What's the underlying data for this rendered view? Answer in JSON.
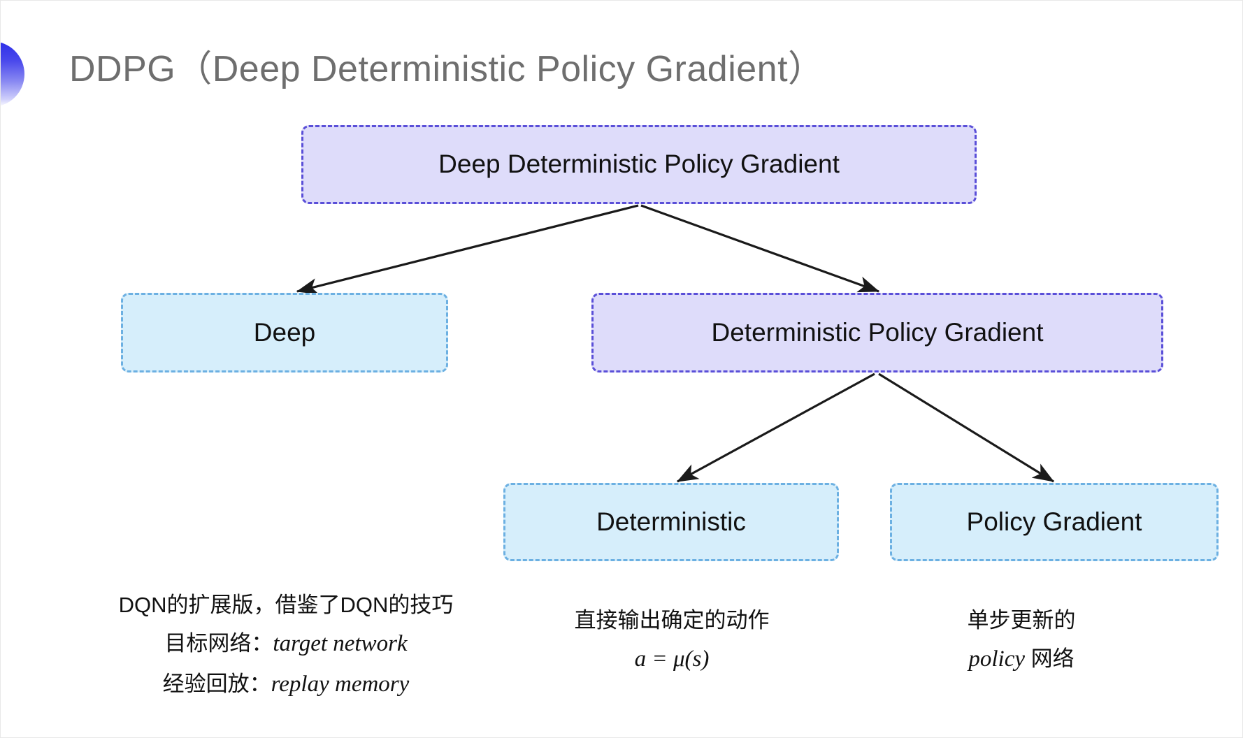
{
  "slide": {
    "title": "DDPG（Deep Deterministic Policy Gradient）",
    "accent_color": "#2d2fe8",
    "title_color": "#6e6e6e",
    "background": "#ffffff"
  },
  "colors": {
    "purple_fill": "#dedcfa",
    "purple_border": "#5a4fd8",
    "blue_fill": "#d6eefb",
    "blue_border": "#6cb0e2",
    "arrow": "#1a1a1a"
  },
  "diagram": {
    "type": "tree",
    "nodes": [
      {
        "id": "root",
        "label": "Deep Deterministic Policy Gradient",
        "style": "purple",
        "level": 0
      },
      {
        "id": "deep",
        "label": "Deep",
        "style": "blue",
        "level": 1
      },
      {
        "id": "dpg",
        "label": "Deterministic Policy Gradient",
        "style": "purple",
        "level": 1
      },
      {
        "id": "det",
        "label": "Deterministic",
        "style": "blue",
        "level": 2
      },
      {
        "id": "pg",
        "label": "Policy Gradient",
        "style": "blue",
        "level": 2
      }
    ],
    "edges": [
      {
        "from": "root",
        "to": "deep"
      },
      {
        "from": "root",
        "to": "dpg"
      },
      {
        "from": "dpg",
        "to": "det"
      },
      {
        "from": "dpg",
        "to": "pg"
      }
    ]
  },
  "captions": {
    "deep": {
      "line1": "DQN的扩展版，借鉴了DQN的技巧",
      "line2_label": "目标网络：",
      "line2_term": "target network",
      "line3_label": "经验回放：",
      "line3_term": "replay memory"
    },
    "deterministic": {
      "line1": "直接输出确定的动作",
      "formula": "a = μ(s)"
    },
    "policy_gradient": {
      "line1": "单步更新的",
      "line2_term": "policy",
      "line2_suffix": " 网络"
    }
  }
}
